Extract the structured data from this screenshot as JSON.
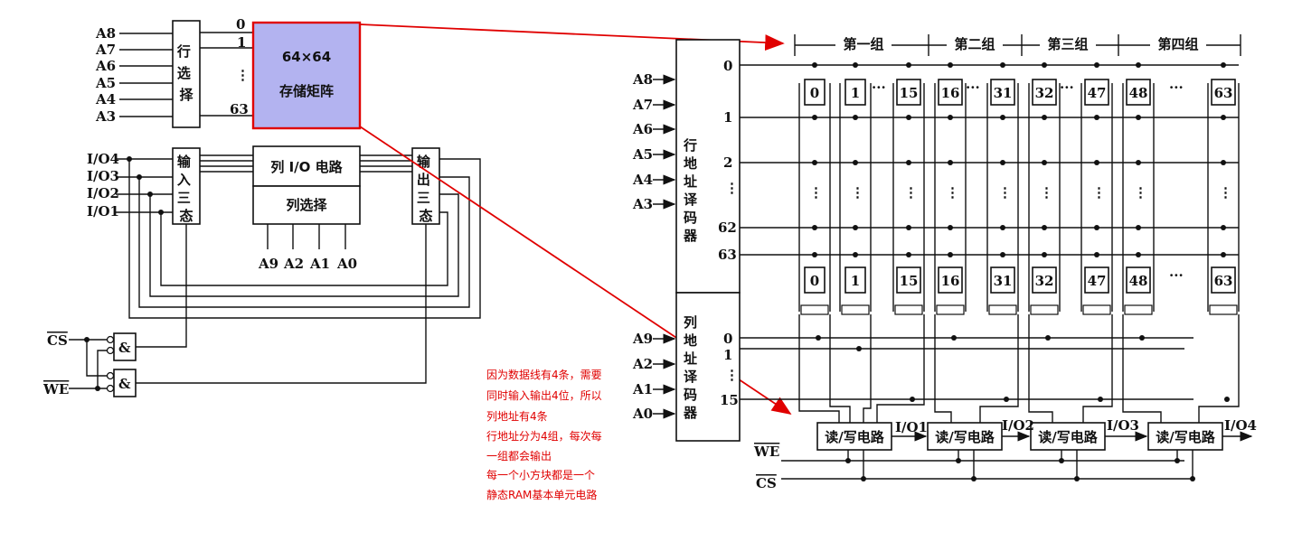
{
  "left": {
    "row_addresses": [
      "A8",
      "A7",
      "A6",
      "A5",
      "A4",
      "A3"
    ],
    "row_select_label": "行选择",
    "matrix_rows": [
      "0",
      "1",
      "⋮",
      "63"
    ],
    "matrix_title": "64×64",
    "matrix_subtitle": "存储矩阵",
    "io_lines": [
      "I/O4",
      "I/O3",
      "I/O2",
      "I/O1"
    ],
    "input_tristate": "输入三态",
    "output_tristate": "输出三态",
    "column_io": "列 I/O 电路",
    "column_select": "列选择",
    "column_addresses": [
      "A9",
      "A2",
      "A1",
      "A0"
    ],
    "cs": "CS",
    "we": "WE",
    "and_symbol": "&"
  },
  "right": {
    "groups": [
      "第一组",
      "第二组",
      "第三组",
      "第四组"
    ],
    "row_addresses": [
      "A8",
      "A7",
      "A6",
      "A5",
      "A4",
      "A3"
    ],
    "col_addresses": [
      "A9",
      "A2",
      "A1",
      "A0"
    ],
    "row_decoder": "行地址译码器",
    "col_decoder": "列地址译码器",
    "row_labels": [
      "0",
      "1",
      "2",
      "⋮",
      "62",
      "63"
    ],
    "col_labels": [
      "0",
      "1",
      "⋮",
      "15"
    ],
    "cells": [
      "0",
      "1",
      "15",
      "16",
      "31",
      "32",
      "47",
      "48",
      "63"
    ],
    "ellipsis": "···",
    "rw_circuit": "读/写电路",
    "io_outputs": [
      "I/O1",
      "I/O2",
      "I/O3",
      "I/O4"
    ],
    "we": "WE",
    "cs": "CS"
  },
  "annotation": [
    "因为数据线有4条，需要",
    "同时输入输出4位，所以",
    "列地址有4条",
    "行地址分为4组，每次每",
    "一组都会输出",
    "每一个小方块都是一个",
    "静态RAM基本单元电路"
  ],
  "colors": {
    "matrix_fill": "#b3b3f0",
    "highlight": "#e00000"
  }
}
